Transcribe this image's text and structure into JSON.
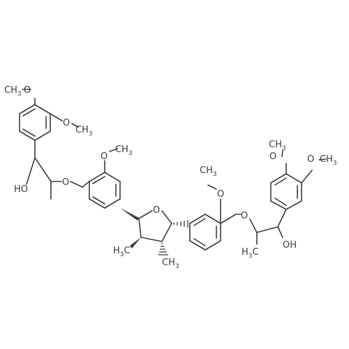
{
  "molecule": {
    "labels": {
      "o_tl_1": "O",
      "c_tl_1": "CH",
      "c_tl_1_sub": "3",
      "o_tl_2": "O",
      "c_tl_2": "CH",
      "c_tl_2_sub": "3",
      "oh_left": "HO",
      "o_ether_left": "O",
      "o_mid_left": "O",
      "c_mid_left": "CH",
      "c_mid_left_sub": "3",
      "o_ring": "O",
      "ch3_ring_left": "H",
      "ch3_ring_left_sub": "3",
      "ch3_ring_left_c": "C",
      "ch3_ring_right": "CH",
      "ch3_ring_right_sub": "3",
      "o_mid_right": "O",
      "c_mid_right": "CH",
      "c_mid_right_sub": "3",
      "o_ether_right": "O",
      "ch3_right_chain": "H",
      "ch3_right_chain_sub": "3",
      "ch3_right_chain_c": "C",
      "oh_right": "OH",
      "o_tr_1": "O",
      "c_tr_1": "CH",
      "c_tr_1_sub": "3",
      "o_tr_2": "O",
      "c_tr_2": "CH",
      "c_tr_2_sub": "3"
    }
  }
}
